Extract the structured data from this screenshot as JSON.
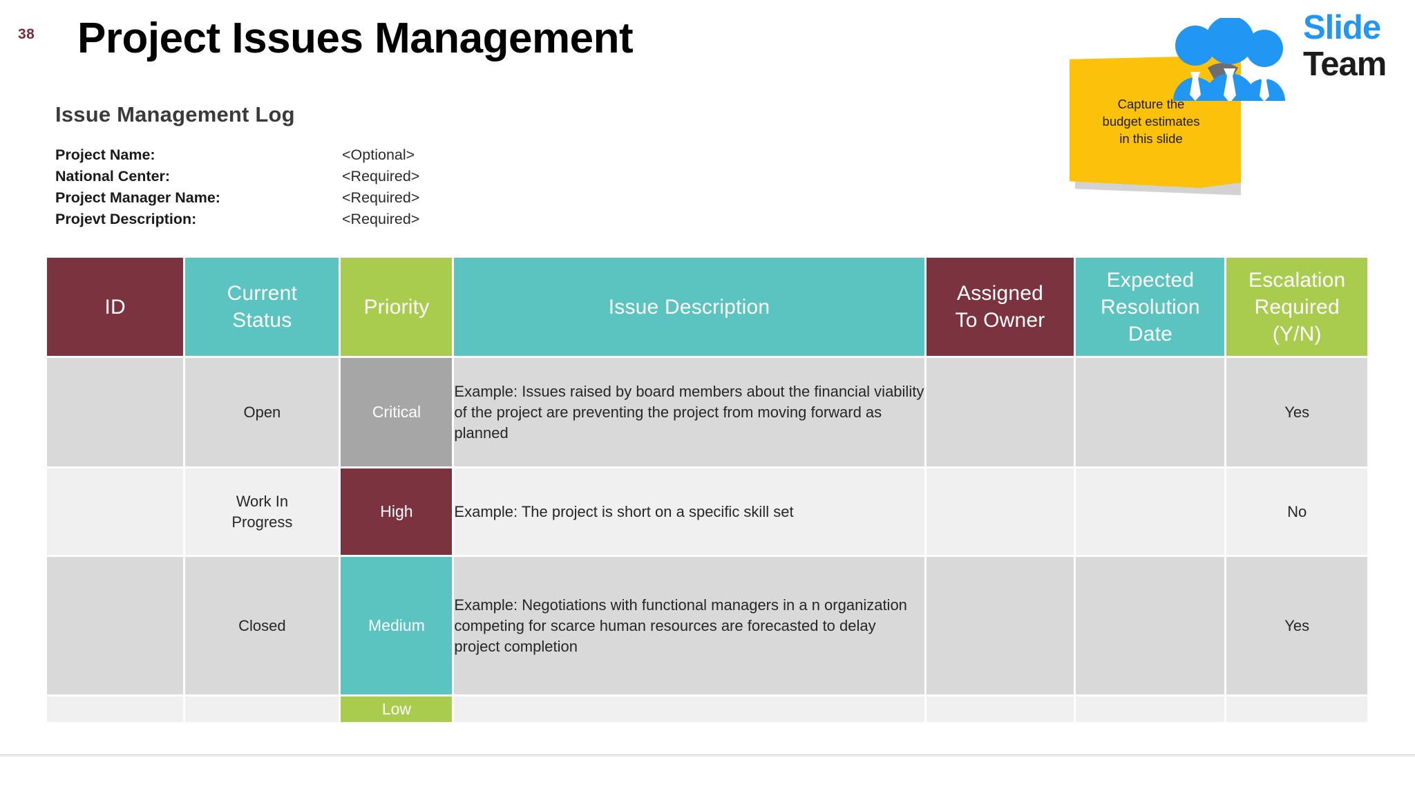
{
  "slide": {
    "number": "38",
    "title": "Project Issues Management",
    "section_title": "Issue Management Log"
  },
  "meta": {
    "fields": [
      {
        "label": "Project Name:",
        "value": "<Optional>"
      },
      {
        "label": "National Center:",
        "value": "<Required>"
      },
      {
        "label": "Project Manager Name:",
        "value": "<Required>"
      },
      {
        "label": "Projevt Description:",
        "value": "<Required>"
      }
    ]
  },
  "sticky_note": {
    "line1": "Capture the",
    "line2": "budget estimates",
    "line3": "in this slide",
    "color": "#fcc10b"
  },
  "logo": {
    "word1": "Slide",
    "word2": "Team",
    "word1_color": "#2196f3",
    "word2_color": "#1c1c1c",
    "people_icon": "three-people-icon"
  },
  "table": {
    "headers": [
      {
        "label": "ID",
        "color": "#7b3340"
      },
      {
        "label": "Current Status",
        "color": "#5bc4c0"
      },
      {
        "label": "Priority",
        "color": "#a9cc4f"
      },
      {
        "label": "Issue Description",
        "color": "#5bc4c0"
      },
      {
        "label": "Assigned To Owner",
        "color": "#7b3340"
      },
      {
        "label": "Expected Resolution Date",
        "color": "#5bc4c0"
      },
      {
        "label": "Escalation Required (Y/N)",
        "color": "#a9cc4f"
      }
    ],
    "headers_lines": {
      "h0": [
        "ID"
      ],
      "h1": [
        "Current",
        "Status"
      ],
      "h2": [
        "Priority"
      ],
      "h3": [
        "Issue Description"
      ],
      "h4": [
        "Assigned",
        "To Owner"
      ],
      "h5": [
        "Expected",
        "Resolution",
        "Date"
      ],
      "h6": [
        "Escalation",
        "Required",
        "(Y/N)"
      ]
    },
    "rows": [
      {
        "id": "",
        "status": "Open",
        "priority": "Critical",
        "priority_color": "#a6a6a6",
        "description": "Example: Issues raised by board members about the financial viability of the project are preventing the project from moving forward as planned",
        "owner": "",
        "date": "",
        "escalation": "Yes"
      },
      {
        "id": "",
        "status": "Work In Progress",
        "priority": "High",
        "priority_color": "#7b3340",
        "description": "Example: The project is short on a specific skill set",
        "owner": "",
        "date": "",
        "escalation": "No"
      },
      {
        "id": "",
        "status": "Closed",
        "priority": "Medium",
        "priority_color": "#5bc4c0",
        "description": "Example: Negotiations with functional managers in a n organization competing for scarce human resources are forecasted to delay project completion",
        "owner": "",
        "date": "",
        "escalation": "Yes"
      },
      {
        "id": "",
        "status": "",
        "priority": "Low",
        "priority_color": "#a9cc4f",
        "description": "",
        "owner": "",
        "date": "",
        "escalation": ""
      }
    ],
    "row2_status_lines": [
      "Work In",
      "Progress"
    ]
  }
}
